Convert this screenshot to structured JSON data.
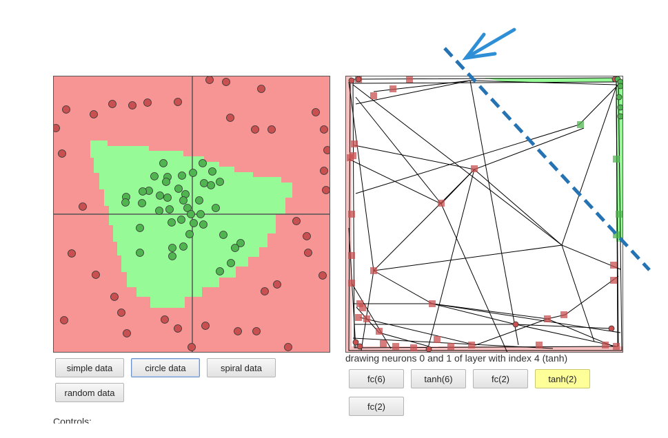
{
  "data_buttons": [
    {
      "label": "simple data",
      "focused": false
    },
    {
      "label": "circle data",
      "focused": true
    },
    {
      "label": "spiral data",
      "focused": false
    },
    {
      "label": "random data",
      "focused": false
    }
  ],
  "layer_caption": "drawing neurons 0 and 1 of layer with index 4 (tanh)",
  "layer_buttons": [
    {
      "label": "fc(6)",
      "active": false
    },
    {
      "label": "tanh(6)",
      "active": false
    },
    {
      "label": "fc(2)",
      "active": false
    },
    {
      "label": "tanh(2)",
      "active": true
    },
    {
      "label": "fc(2)",
      "active": false
    }
  ],
  "controls_heading": "Controls:",
  "colors": {
    "negative_region": "#f79595",
    "positive_region": "#96fa96",
    "negative_point": "#c85050",
    "positive_point": "#50b450",
    "grid_line": "#000000",
    "annotation": "#2673b4",
    "active_button": "#ffff99"
  },
  "annotation_icons": [
    "arrow-icon",
    "dashed-line"
  ]
}
